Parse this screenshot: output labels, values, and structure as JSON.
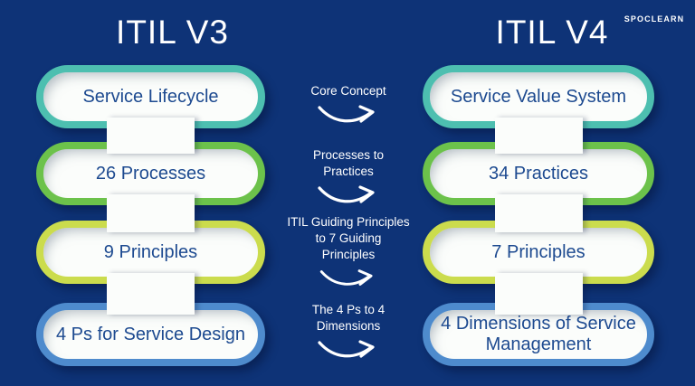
{
  "brand": {
    "logo_text": "SPOCLEARN"
  },
  "columns": [
    {
      "title": "ITIL V3",
      "items": [
        {
          "label": "Service Lifecycle",
          "border_color": "#4dbfb0"
        },
        {
          "label": "26 Processes",
          "border_color": "#6cc24b"
        },
        {
          "label": "9 Principles",
          "border_color": "#cbdc4d"
        },
        {
          "label": "4 Ps for Service Design",
          "border_color": "#4e8bcd"
        }
      ]
    },
    {
      "title": "ITIL V4",
      "items": [
        {
          "label": "Service Value System",
          "border_color": "#4dbfb0"
        },
        {
          "label": "34 Practices",
          "border_color": "#6cc24b"
        },
        {
          "label": "7 Principles",
          "border_color": "#cbdc4d"
        },
        {
          "label": "4 Dimensions of Service Management",
          "border_color": "#4e8bcd"
        }
      ]
    }
  ],
  "transitions": [
    {
      "label": "Core Concept",
      "lines": [
        "Core Concept"
      ]
    },
    {
      "label": "Processes to Practices",
      "lines": [
        "Processes to",
        "Practices"
      ]
    },
    {
      "label": "ITIL Guiding Principles to 7 Guiding Principles",
      "lines": [
        "ITIL Guiding Principles",
        "to 7 Guiding",
        "Principles"
      ]
    },
    {
      "label": "The 4 Ps to 4 Dimensions",
      "lines": [
        "The 4 Ps to 4",
        "Dimensions"
      ]
    }
  ],
  "colors": {
    "background": "#0e3377",
    "pill_fill": "#fbfdfb",
    "pill_text": "#1d4a90",
    "heading_text": "#ffffff",
    "transition_text": "#ffffff",
    "border_teal": "#4dbfb0",
    "border_green": "#6cc24b",
    "border_lime": "#cbdc4d",
    "border_blue": "#4e8bcd"
  }
}
